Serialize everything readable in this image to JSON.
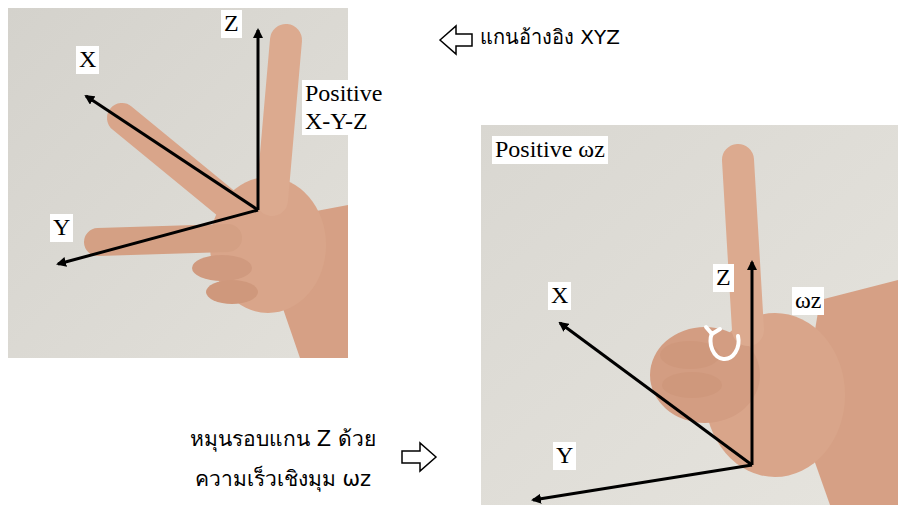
{
  "diagram": {
    "labels": [
      "แกนอ้างอิง XYZ",
      "X",
      "Z",
      "Positive X-Y-Z",
      "Y",
      "Positive ωz",
      "X",
      "Z",
      "ωz",
      "Y",
      "หมุนรอบแกน Z ด้วย ความเร็วเชิงมุม ωz"
    ]
  }
}
